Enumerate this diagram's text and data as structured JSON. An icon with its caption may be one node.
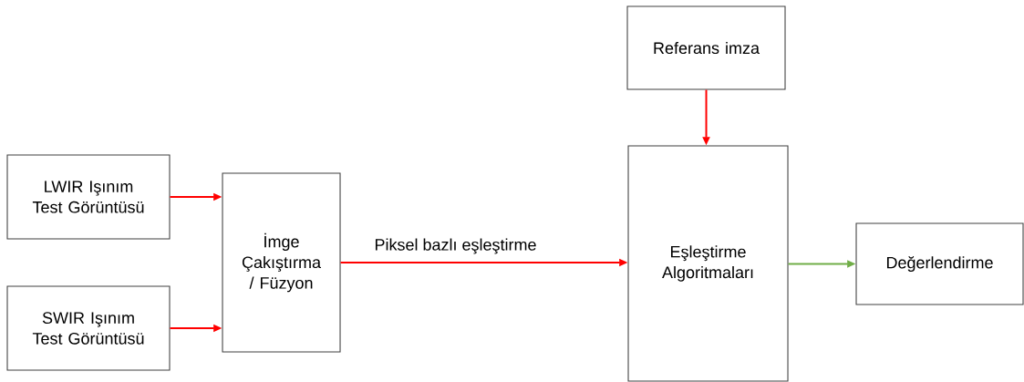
{
  "diagram": {
    "nodes": [
      {
        "text": [
          "LWIR Işınım Test Görüntüsü"
        ]
      },
      {
        "text": [
          "SWIR Işınım Test Görüntüsü"
        ]
      },
      {
        "text": [
          "İmge Çakıştırma / Füzyon"
        ]
      },
      {
        "text": [
          "Referans imza"
        ]
      },
      {
        "text": [
          "Eşleştirme Algoritmaları"
        ]
      },
      {
        "text": [
          "Değerlendirme"
        ]
      }
    ],
    "edges": [
      {
        "from": 0,
        "to": 2,
        "arrow": "to"
      },
      {
        "from": 1,
        "to": 2,
        "arrow": "to"
      },
      {
        "from": 2,
        "to": 4,
        "arrow": "to",
        "label": "Piksel bazlı eşleştirme"
      },
      {
        "from": 3,
        "to": 4,
        "arrow": "to"
      },
      {
        "from": 4,
        "to": 5,
        "arrow": "to",
        "color": "#70ad47"
      }
    ]
  }
}
